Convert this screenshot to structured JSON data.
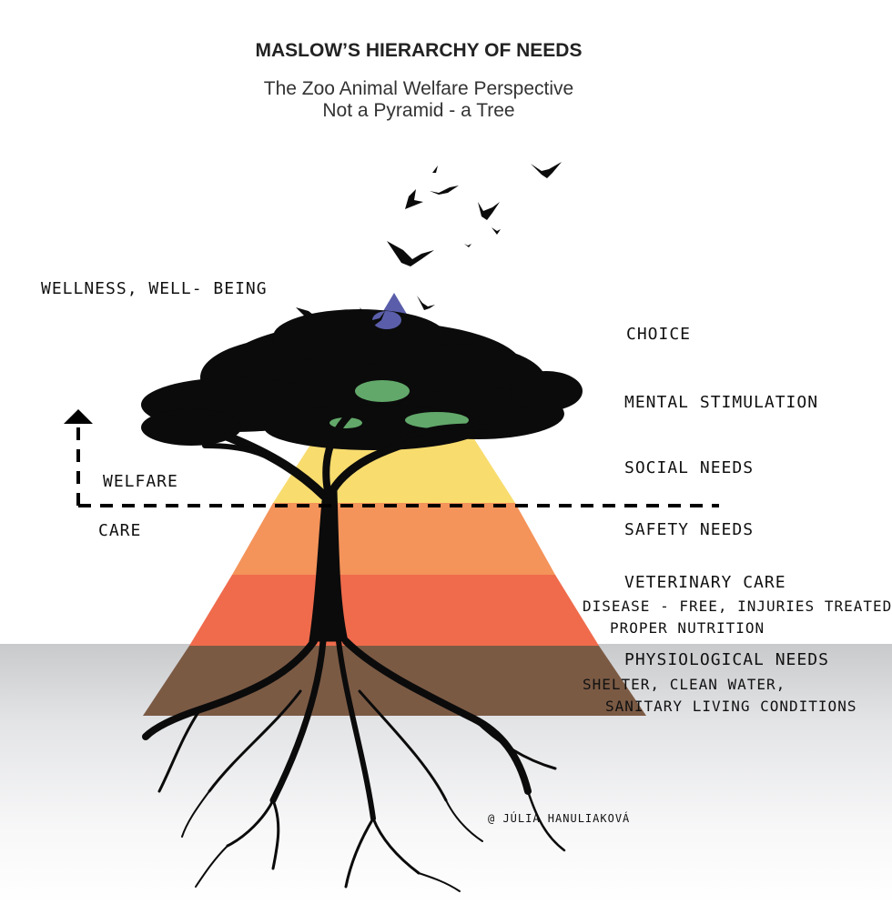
{
  "header": {
    "title": "MASLOW’S HIERARCHY OF NEEDS",
    "subtitle_line1": "The Zoo Animal Welfare Perspective",
    "subtitle_line2": "Not a Pyramid - a Tree"
  },
  "labels": {
    "wellness": "WELLNESS, WELL- BEING",
    "welfare": "WELFARE",
    "care": "CARE",
    "choice": "CHOICE",
    "mental": "MENTAL STIMULATION",
    "social": "SOCIAL NEEDS",
    "safety": "SAFETY NEEDS",
    "vet_title": "VETERINARY CARE",
    "vet_line1": "DISEASE - FREE, INJURIES TREATED,",
    "vet_line2": "PROPER NUTRITION",
    "phys_title": "PHYSIOLOGICAL NEEDS",
    "phys_line1": "SHELTER, CLEAN WATER,",
    "phys_line2": "SANITARY LIVING CONDITIONS",
    "credit": "@ JÚLIA HANULIAKOVÁ"
  },
  "pyramid_colors": {
    "choice": "#5a5eaa",
    "mental": "#62a86a",
    "social": "#f8dc6e",
    "safety": "#f4935a",
    "veterinary": "#ef6b4c",
    "physiological": "#7b5a44"
  }
}
